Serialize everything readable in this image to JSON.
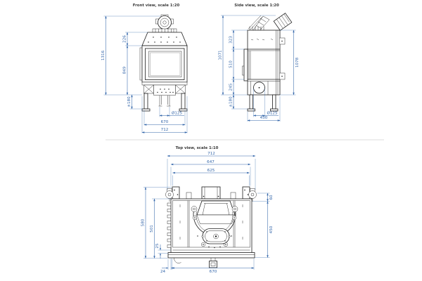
{
  "drawing": {
    "background": "#ffffff",
    "line_color": "#1c1c1c",
    "dimension_color": "#3366aa",
    "divider_color": "#dcdcdc"
  },
  "front_view": {
    "title": "Front view, scale 1:20",
    "dims": {
      "overall_height": "1316",
      "hood_height": "226",
      "firebox_height": "849",
      "leg_adjustment": "±180",
      "duct_diameter": "Ø125",
      "leg_spacing": "670",
      "overall_width": "712"
    }
  },
  "side_view": {
    "title": "Side view, scale 1:20",
    "dims": {
      "height_to_flue": "1071",
      "hood_height": "323",
      "glass_height": "510",
      "base_height": "245",
      "leg_adjustment": "±180",
      "body_height": "1078",
      "duct_diameter": "Ø125",
      "depth": "450"
    }
  },
  "top_view": {
    "title": "Top view, scale 1:10",
    "dims": {
      "overall_width": "712",
      "frame_width": "647",
      "inner_width": "625",
      "rear_offset": "60",
      "depth": "450",
      "overall_depth": "580",
      "body_depth": "501",
      "front_offset": "25",
      "side_offset": "24",
      "body_width": "670"
    }
  }
}
